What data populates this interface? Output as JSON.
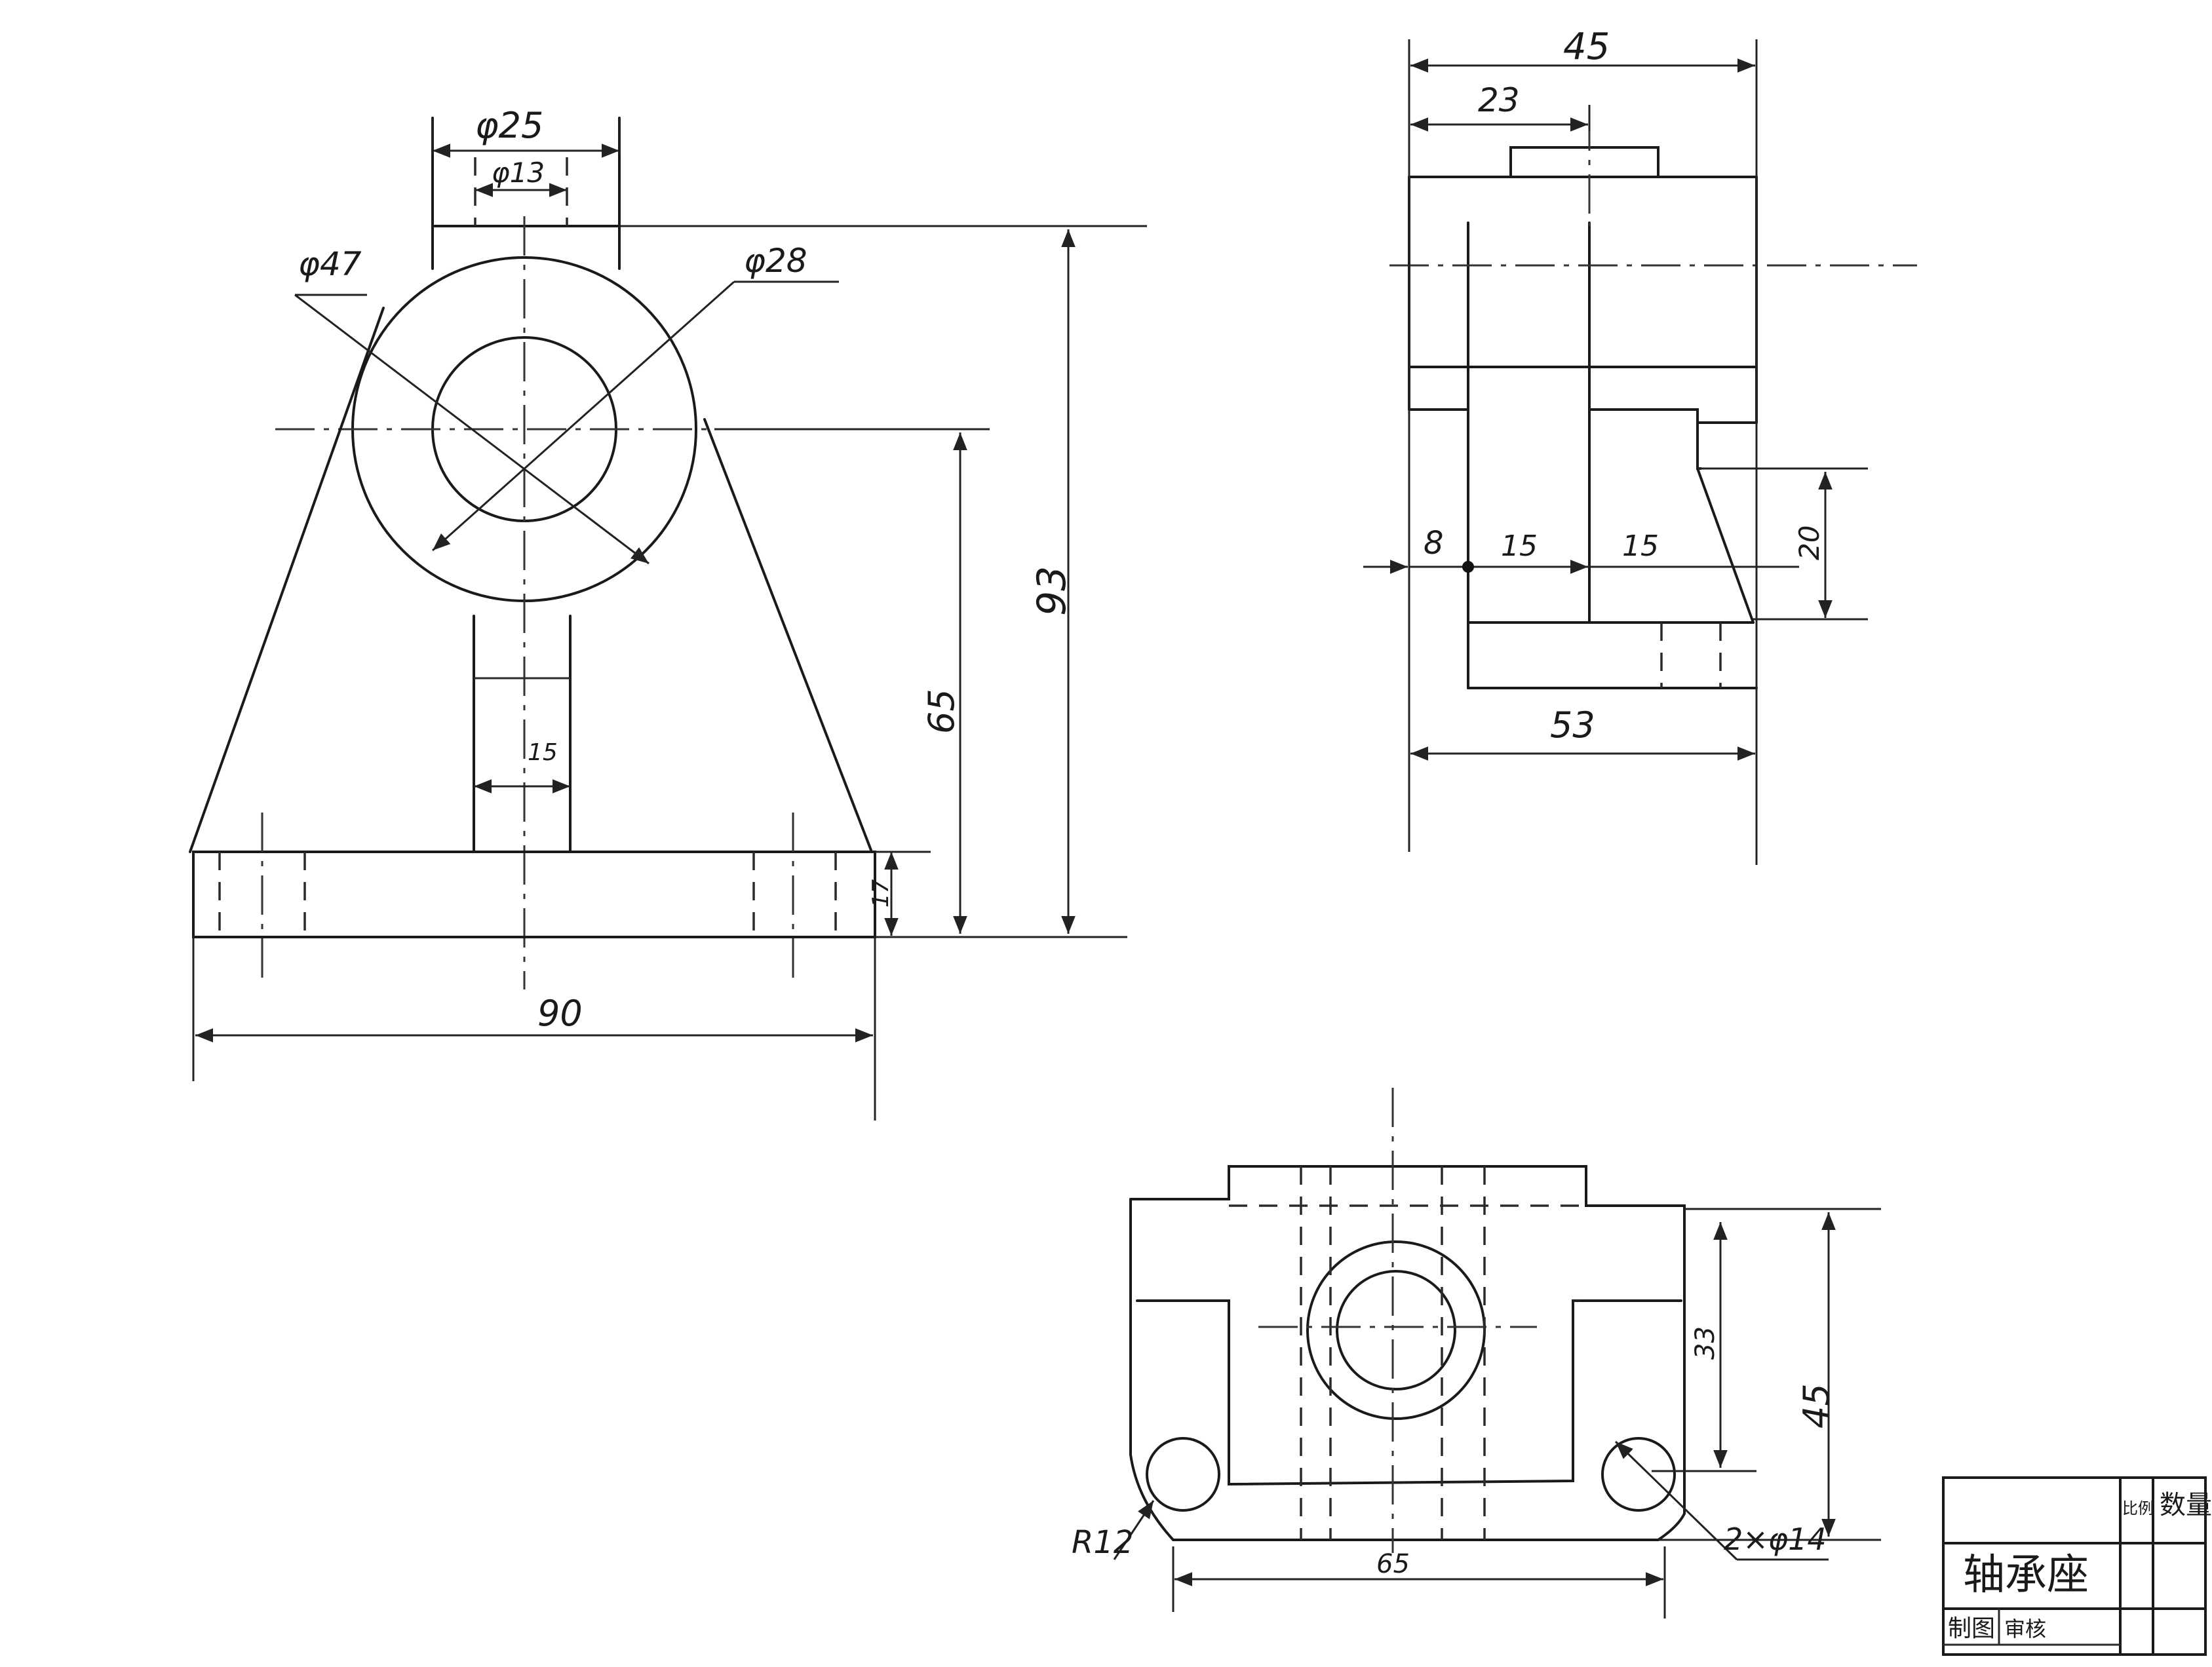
{
  "front_view": {
    "dim_outer_boss": "φ25",
    "dim_inner_boss": "φ13",
    "dim_outer_circle": "φ47",
    "dim_bore": "φ28",
    "dim_total_height": "93",
    "dim_axis_height": "65",
    "dim_rib_width": "15",
    "dim_base_thickness": "17",
    "dim_base_width": "90"
  },
  "side_view": {
    "dim_total_depth": "45",
    "dim_boss_offset": "23",
    "dim_a": "8",
    "dim_b": "15",
    "dim_c": "15",
    "dim_d": "20",
    "dim_base_depth": "53"
  },
  "top_view": {
    "dim_hole_spacing": "65",
    "dim_fillet": "R12",
    "dim_holes": "2×φ14",
    "dim_a": "33",
    "dim_b": "45"
  },
  "title_block": {
    "part_name": "轴承座",
    "field_scale": "比例",
    "field_count": "数量",
    "field_drawn": "制图",
    "field_checked": "审核"
  }
}
